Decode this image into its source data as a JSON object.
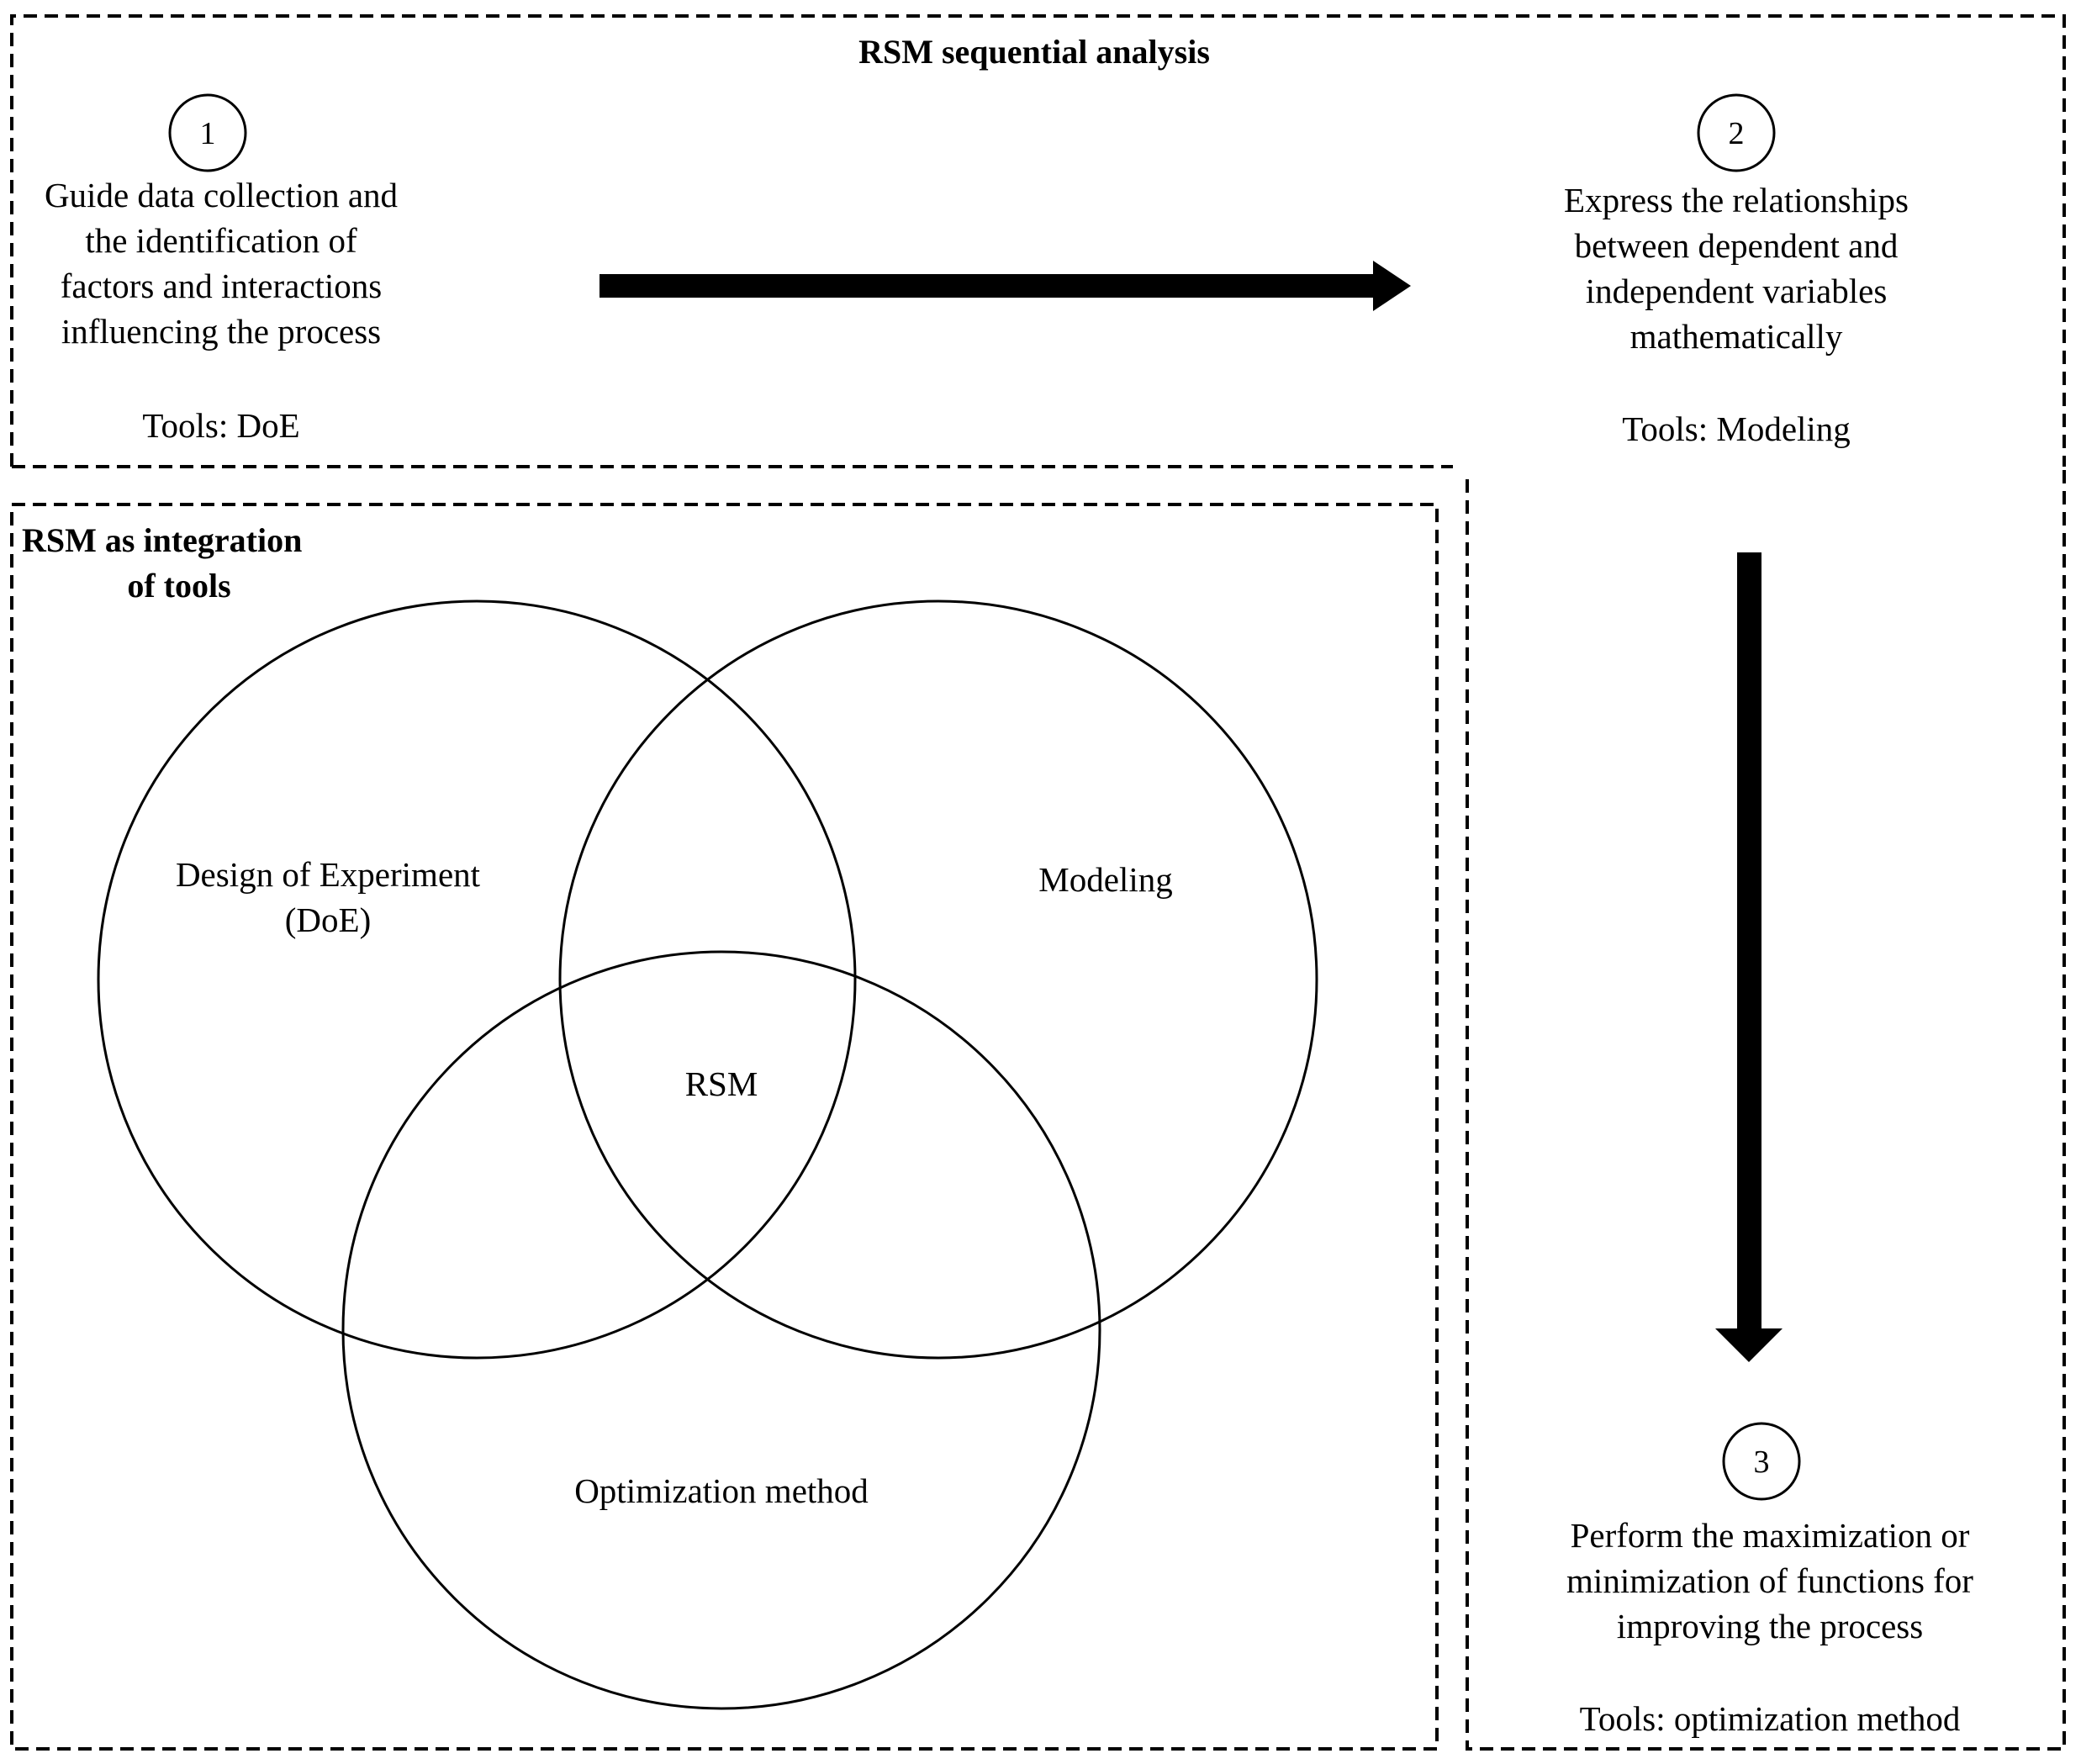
{
  "title": "RSM sequential analysis",
  "steps": [
    {
      "number": "1",
      "lines": [
        "Guide data collection and",
        "the identification of",
        "factors and interactions",
        "influencing the process"
      ],
      "tools": "Tools: DoE"
    },
    {
      "number": "2",
      "lines": [
        "Express the relationships",
        "between dependent and",
        "independent variables",
        "mathematically"
      ],
      "tools": "Tools: Modeling"
    },
    {
      "number": "3",
      "lines": [
        "Perform the maximization or",
        "minimization of functions for",
        "improving the process"
      ],
      "tools": "Tools: optimization method"
    }
  ],
  "integration": {
    "title_lines": [
      "RSM as integration",
      "of tools"
    ],
    "venn": {
      "doe_lines": [
        "Design of Experiment",
        "(DoE)"
      ],
      "modeling": "Modeling",
      "optimization": "Optimization method",
      "center": "RSM"
    }
  }
}
